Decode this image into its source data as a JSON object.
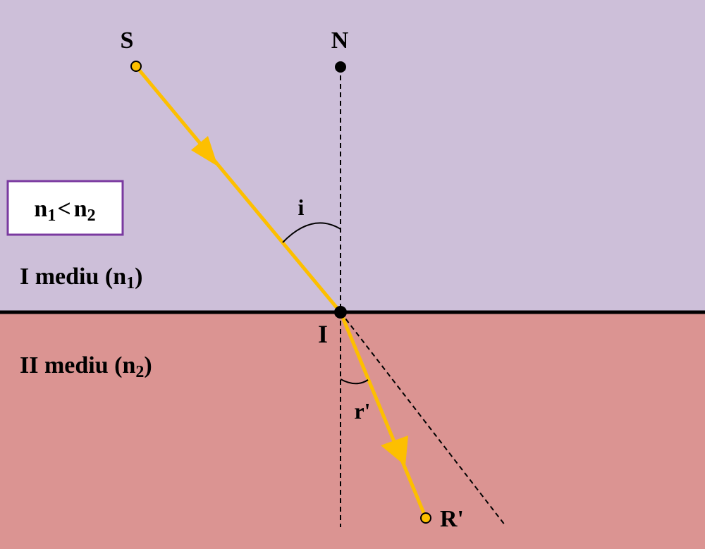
{
  "colors": {
    "medium1": "#cdbfd9",
    "medium2": "#db9492",
    "ray": "#fdbf00",
    "box_border": "#7a3aa0",
    "line": "#000000"
  },
  "labels": {
    "source": "S",
    "normal": "N",
    "incidence_point": "I",
    "refracted_end": "R'",
    "angle_incidence": "i",
    "angle_refraction": "r'"
  },
  "relation": {
    "n1": "n",
    "n1_sub": "1",
    "op": "<",
    "n2": "n",
    "n2_sub": "2"
  },
  "medium1": {
    "text": "I mediu (n",
    "sub": "1",
    "close": ")"
  },
  "medium2": {
    "text": "II mediu (n",
    "sub": "2",
    "close": ")"
  }
}
